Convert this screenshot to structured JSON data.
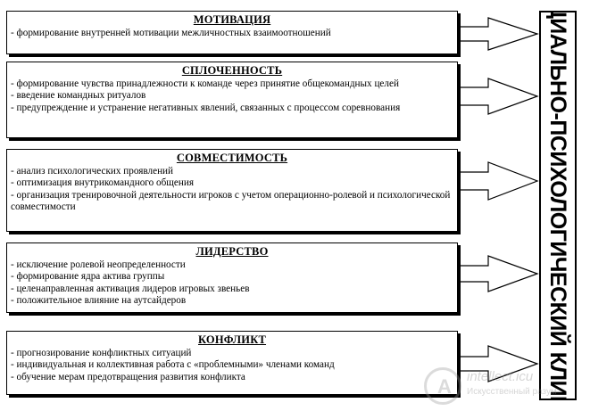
{
  "blocks": [
    {
      "title": "МОТИВАЦИЯ",
      "items": [
        "- формирование внутренней мотивации межличностных взаимоотношений"
      ]
    },
    {
      "title": "СПЛОЧЕННОСТЬ",
      "items": [
        "- формирование чувства принадлежности к команде через принятие общекомандных целей",
        "- введение командных ритуалов",
        "- предупреждение и устранение негативных явлений, связанных с процессом соревнования"
      ]
    },
    {
      "title": "СОВМЕСТИМОСТЬ",
      "items": [
        "- анализ психологических проявлений",
        "- оптимизация внутрикомандного общения",
        "- организация тренировочной деятельности игроков с учетом операционно-ролевой и психологической совместимости"
      ]
    },
    {
      "title": "ЛИДЕРСТВО",
      "items": [
        "- исключение ролевой неопределенности",
        "- формирование ядра актива группы",
        "- целенаправленная активация лидеров игровых звеньев",
        "- положительное влияние на аутсайдеров"
      ]
    },
    {
      "title": "КОНФЛИКТ",
      "items": [
        "- прогнозирование конфликтных ситуаций",
        "- индивидуальная и коллективная работа с «проблемными» членами команд",
        "- обучение мерам предотвращения развития конфликта"
      ]
    }
  ],
  "target": {
    "label": "СОЦИАЛЬНО-ПСИХОЛОГИЧЕСКИЙ КЛИМАТ"
  },
  "watermark": {
    "name": "intellect.icu",
    "sub": "Искусственный разум"
  }
}
